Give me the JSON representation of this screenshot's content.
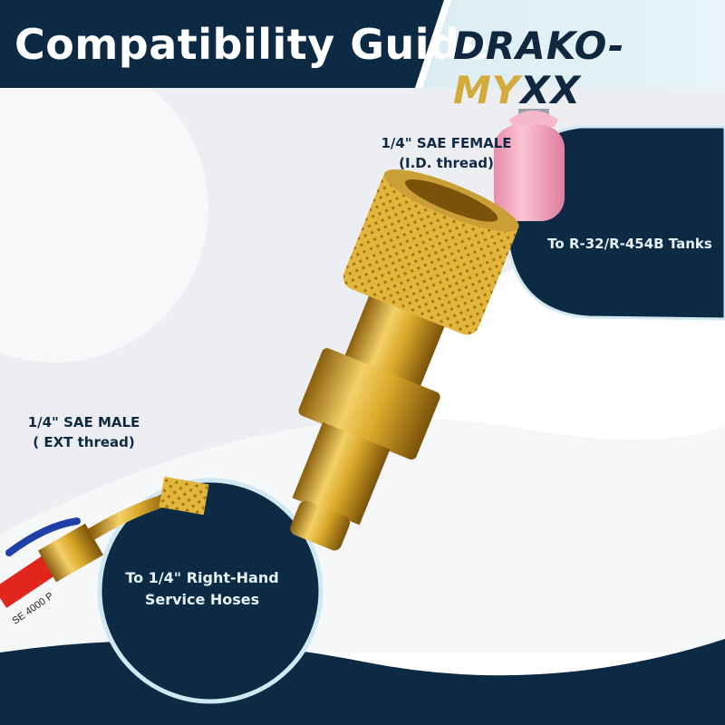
{
  "header": {
    "title": "Compatibility Guide",
    "brand_part1": "DRAKO-",
    "brand_part2": "MY",
    "brand_part3": "XX"
  },
  "callouts": {
    "female_line1": "1/4\" SAE FEMALE",
    "female_line2": "(I.D. thread)",
    "male_line1": "1/4\" SAE MALE",
    "male_line2": "( EXT thread)",
    "tank_label": "To R-32/R-454B Tanks",
    "hose_line1": "To 1/4\" Right-Hand",
    "hose_line2": "Service Hoses"
  },
  "hose_print": "SE 4000 P",
  "colors": {
    "navy": "#0d2a45",
    "gold": "#d4aa3c",
    "light_blue": "#cfe8f1",
    "pink": "#f4a6bd",
    "brass": "#d9a82a"
  }
}
